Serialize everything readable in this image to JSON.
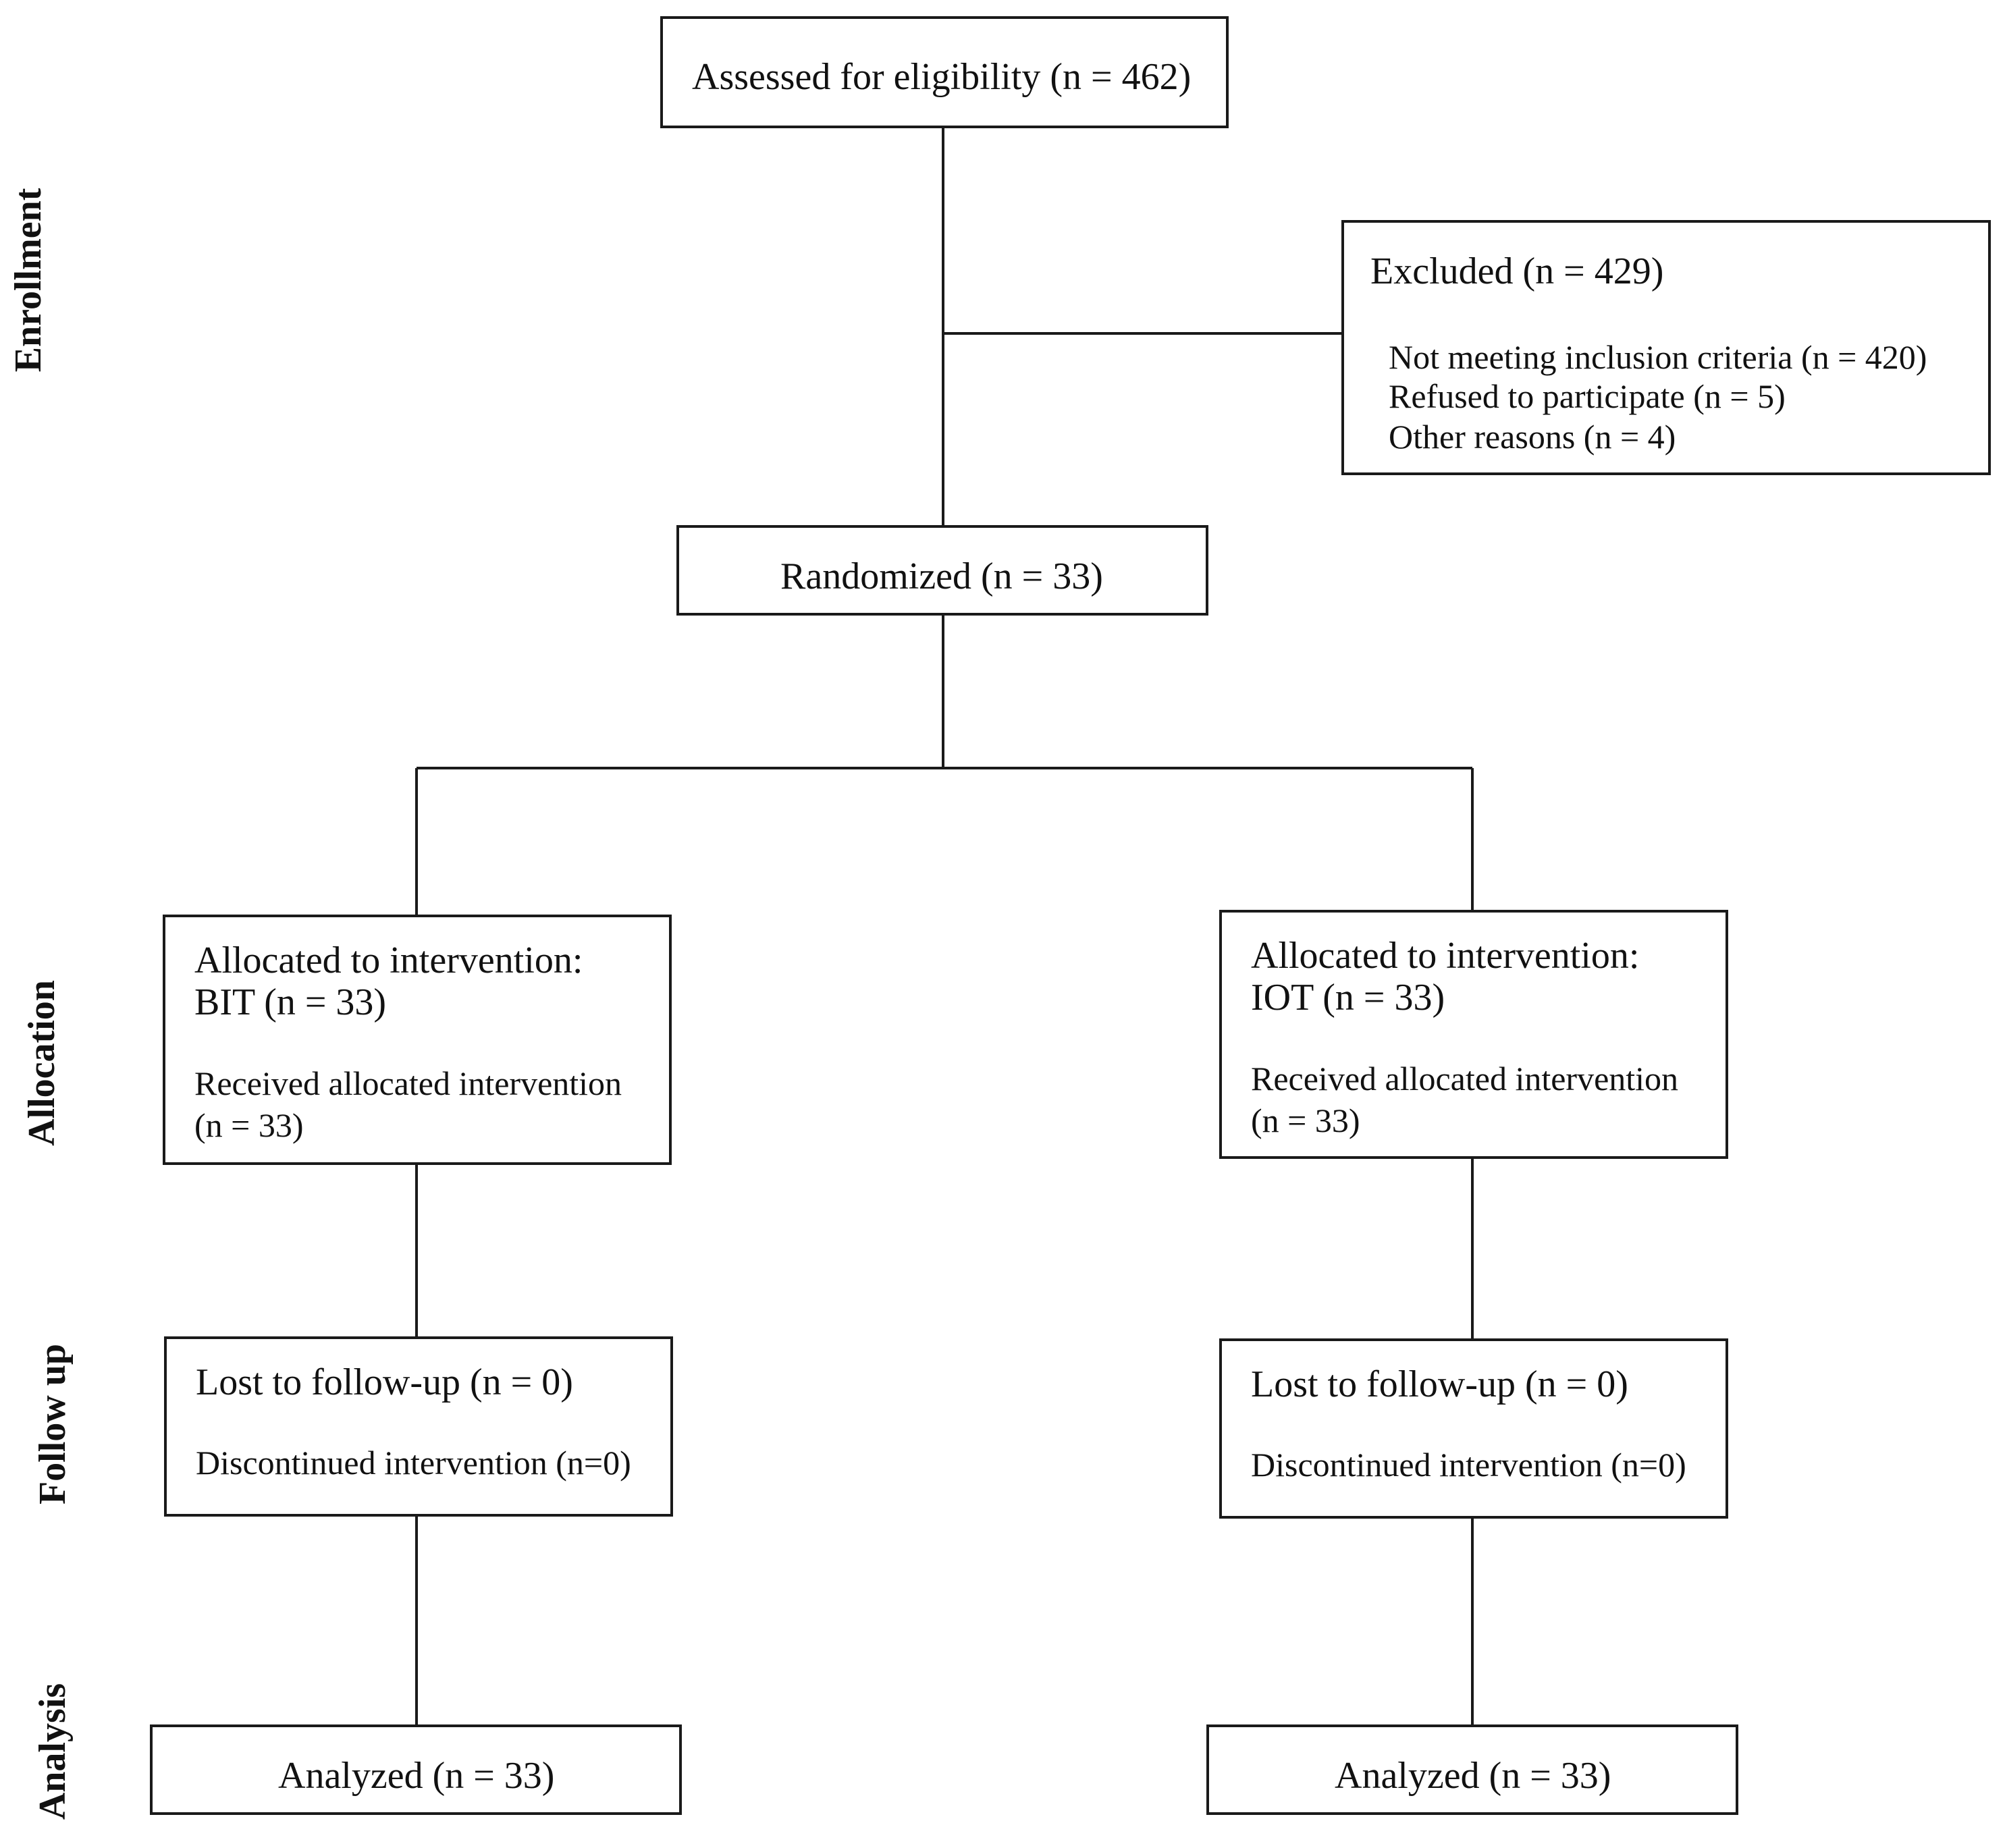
{
  "stages": {
    "enrollment": "Enrollment",
    "allocation": "Allocation",
    "follow_up": "Follow up",
    "analysis": "Analysis"
  },
  "assessed": {
    "text": "Assessed for eligibility (n = 462)"
  },
  "excluded": {
    "title": "Excluded (n = 429)",
    "reasons": [
      "Not meeting inclusion criteria (n = 420)",
      "Refused to participate (n = 5)",
      "Other reasons (n = 4)"
    ]
  },
  "randomized": {
    "text": "Randomized (n = 33)"
  },
  "bit_arm": {
    "allocated_line1": "Allocated to intervention:",
    "allocated_line2": "BIT (n = 33)",
    "received_line1": "Received allocated intervention",
    "received_line2": "(n = 33)",
    "lost": "Lost to follow-up (n = 0)",
    "discontinued": "Discontinued intervention (n=0)",
    "analyzed": "Analyzed (n = 33)"
  },
  "iot_arm": {
    "allocated_line1": "Allocated to intervention:",
    "allocated_line2": "IOT (n = 33)",
    "received_line1": "Received allocated intervention",
    "received_line2": "(n = 33)",
    "lost": "Lost to follow-up (n = 0)",
    "discontinued": "Discontinued intervention (n=0)",
    "analyzed": "Analyzed (n = 33)"
  }
}
